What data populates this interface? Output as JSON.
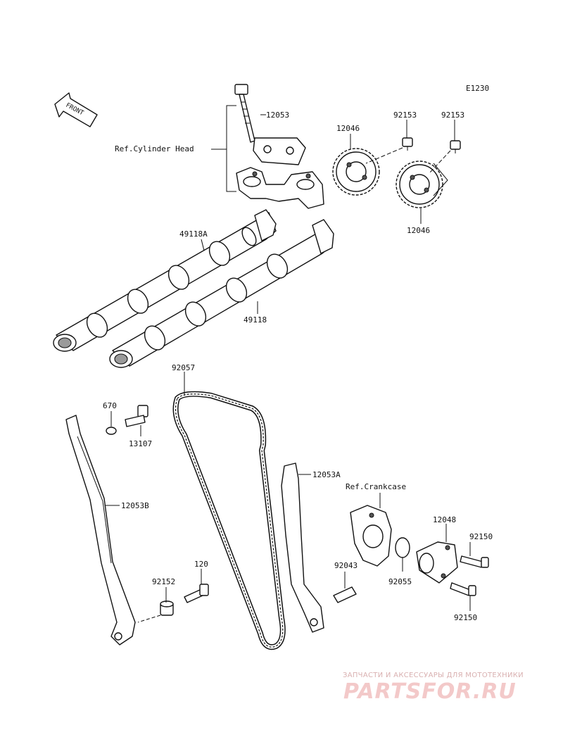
{
  "diagram_code": "E1230",
  "front_label": "FRONT",
  "labels": {
    "p12053": "12053",
    "ref_cylinder_head": "Ref.Cylinder Head",
    "p12046_top": "12046",
    "p92153_a": "92153",
    "p92153_b": "92153",
    "p12046_bottom": "12046",
    "p49118A": "49118A",
    "p49118": "49118",
    "p92057": "92057",
    "p670": "670",
    "p13107": "13107",
    "p12053A": "12053A",
    "ref_crankcase": "Ref.Crankcase",
    "p12053B": "12053B",
    "p12048": "12048",
    "p92150_a": "92150",
    "p92043": "92043",
    "p92055": "92055",
    "p120": "120",
    "p92152": "92152",
    "p92150_b": "92150"
  },
  "watermark": {
    "tagline": "ЗАПЧАСТИ И АКСЕССУАРЫ ДЛЯ МОТОТЕХНИКИ",
    "brand": "PARTSFOR.RU"
  }
}
